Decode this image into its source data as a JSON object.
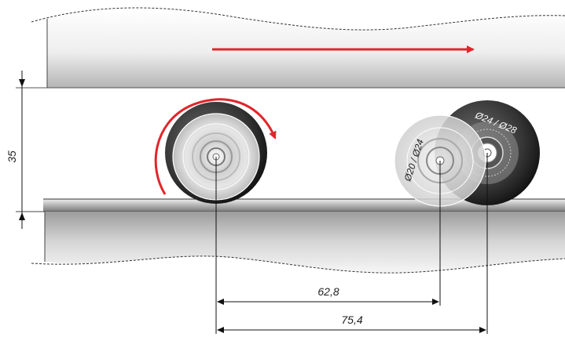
{
  "dimensions": {
    "vertical_gap": "35",
    "distance_short": "62,8",
    "distance_long": "75,4"
  },
  "wheels": {
    "small_label": "Ø20 / Ø24",
    "large_label": "Ø24 / Ø28"
  },
  "colors": {
    "arrow": "#e0262b",
    "wheel_dark": "#2a2a2a",
    "wheel_light": "#d8d8d8",
    "dimension_line": "#111111"
  },
  "icons": {
    "direction_arrow": "right-arrow-icon",
    "rotation_arrow": "clockwise-arrow-icon"
  }
}
